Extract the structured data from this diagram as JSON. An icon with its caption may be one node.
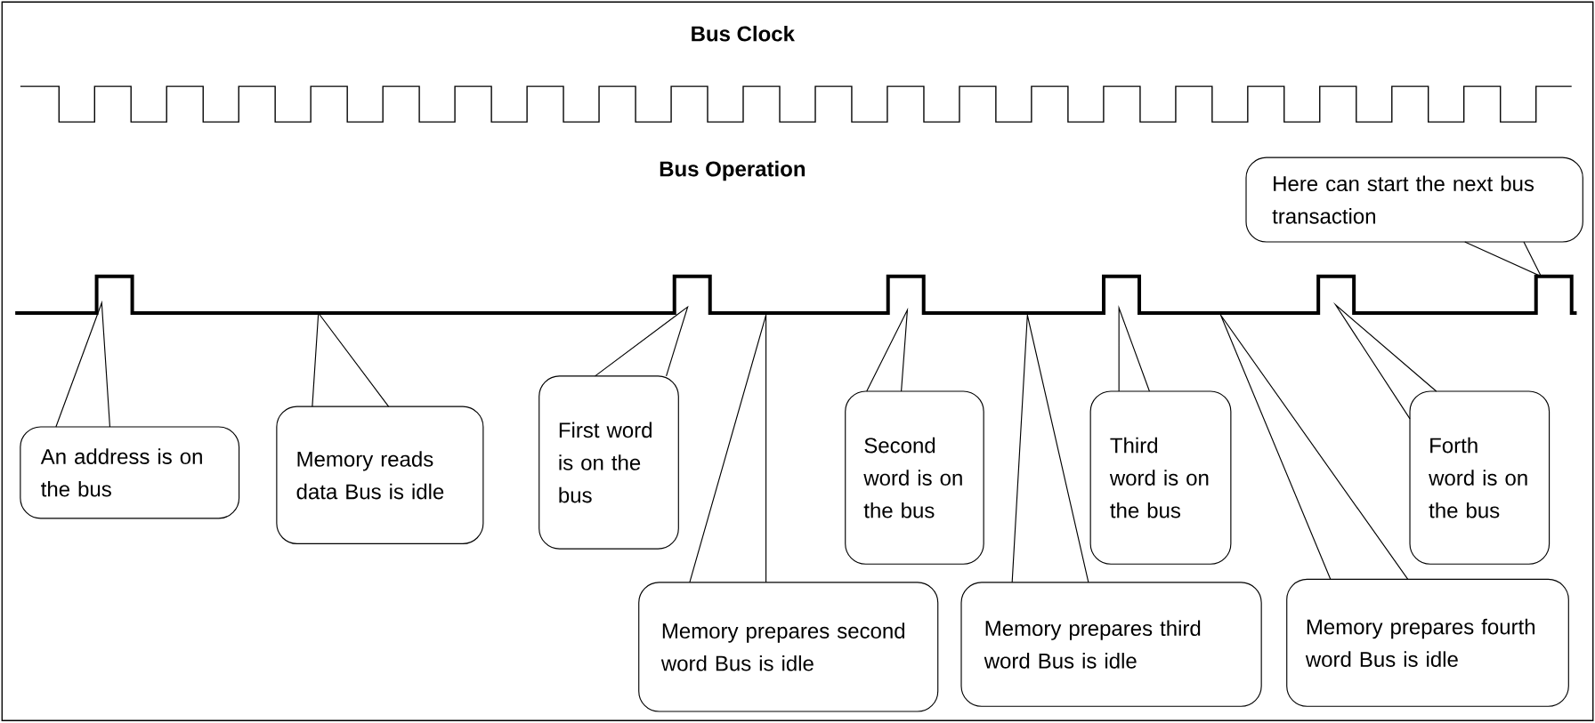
{
  "diagram": {
    "nodes": [
      {
        "text": [
          "Here can start the next bus transaction"
        ]
      },
      {
        "text": [
          "An address is on the bus"
        ]
      },
      {
        "text": [
          "Memory reads data Bus is idle"
        ]
      },
      {
        "text": [
          "First word is on the bus"
        ]
      },
      {
        "text": [
          "Memory prepares second word Bus is idle"
        ]
      },
      {
        "text": [
          "Second word is on the bus"
        ]
      },
      {
        "text": [
          "Memory prepares third word Bus is idle"
        ]
      },
      {
        "text": [
          "Third word is on the bus"
        ]
      },
      {
        "text": [
          "Memory prepares fourth word Bus is idle"
        ]
      },
      {
        "text": [
          "Forth word is on the bus"
        ]
      }
    ],
    "edges": [
      {
        "from": 0,
        "to": null,
        "arrow": "none"
      },
      {
        "from": 1,
        "to": null,
        "arrow": "none"
      },
      {
        "from": 2,
        "to": null,
        "arrow": "none"
      },
      {
        "from": 3,
        "to": null,
        "arrow": "none"
      },
      {
        "from": 4,
        "to": null,
        "arrow": "none"
      },
      {
        "from": 5,
        "to": null,
        "arrow": "none"
      },
      {
        "from": 6,
        "to": null,
        "arrow": "none"
      },
      {
        "from": 7,
        "to": null,
        "arrow": "none"
      },
      {
        "from": 8,
        "to": null,
        "arrow": "none"
      },
      {
        "from": 9,
        "to": null,
        "arrow": "none"
      }
    ],
    "labels": [
      "Bus Clock",
      "Bus Operation"
    ]
  }
}
